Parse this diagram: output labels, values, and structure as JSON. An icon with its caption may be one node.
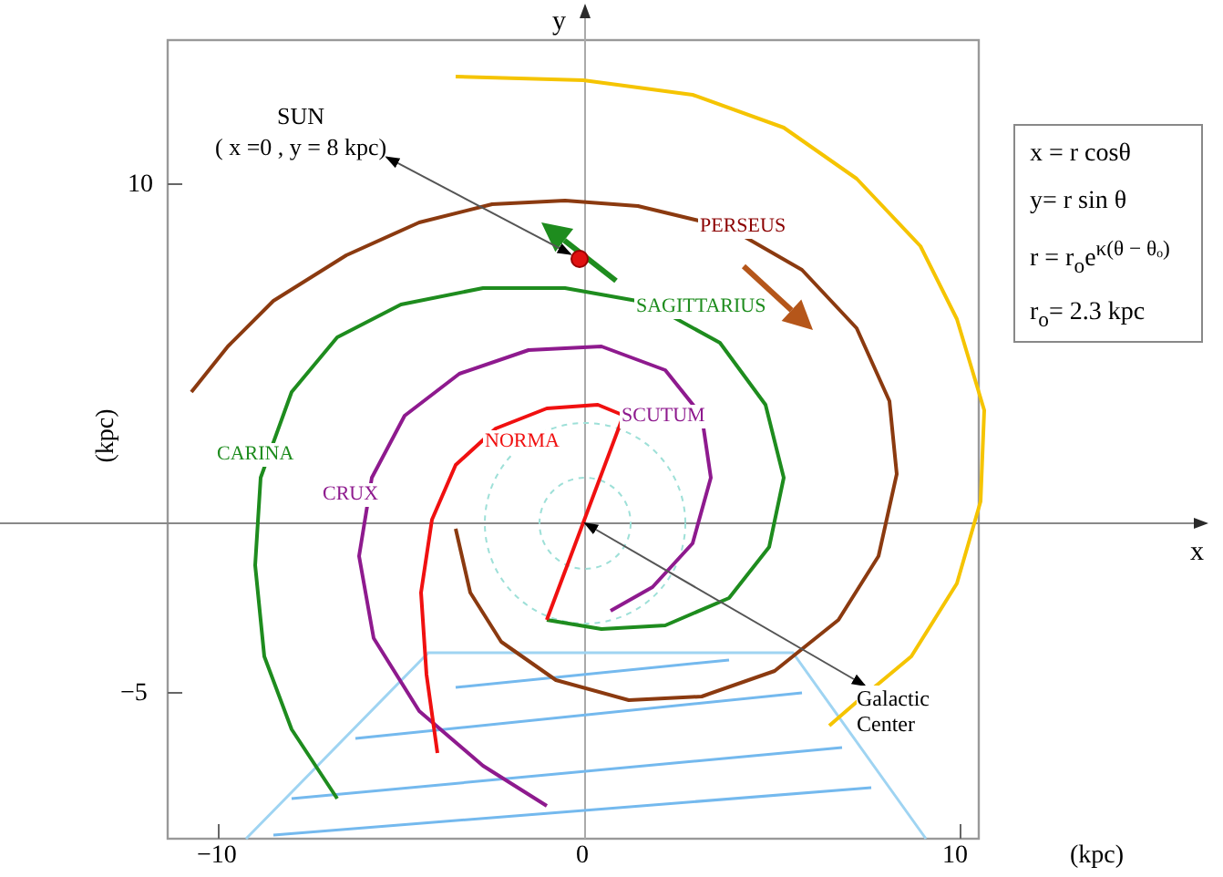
{
  "diagram": {
    "nodes": [
      {
        "text": [
          "SUN",
          "( x =0 , y = 8 kpc)"
        ]
      },
      {
        "text": [],
        "shape": "circle"
      },
      {
        "text": [
          "x = r  cosθ",
          "y= r sin θ",
          "r = r$_{o}$e$^{κ(θ − θₒ)}$",
          "r$_{o}$= 2.3 kpc"
        ]
      },
      {
        "text": [
          "Galactic Center"
        ]
      }
    ],
    "edges": [
      {
        "from": 0,
        "to": 1,
        "arrow": "both"
      },
      {
        "from": 3,
        "to": null,
        "arrow": "both"
      }
    ],
    "labels": [
      "y",
      "10",
      "PERSEUS",
      "SAGITTARIUS",
      "(kpc)",
      "CARINA",
      "SCUTUM",
      "NORMA",
      "CRUX",
      "x",
      "−5",
      "−10",
      "0",
      "10",
      "(kpc)"
    ]
  }
}
